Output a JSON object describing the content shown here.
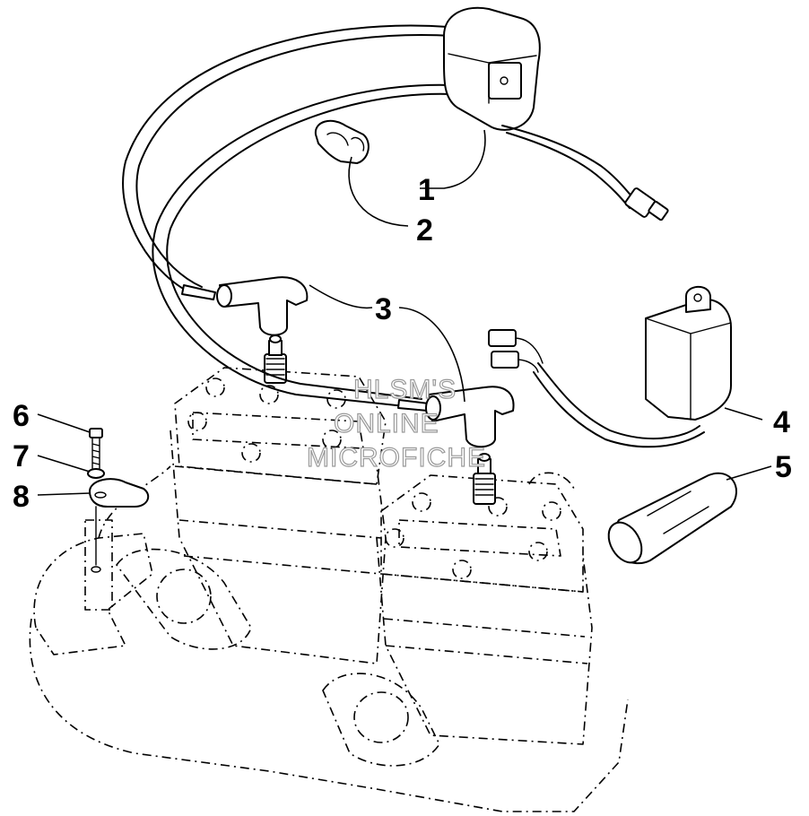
{
  "callouts": [
    {
      "id": "1",
      "text": "1"
    },
    {
      "id": "2",
      "text": "2"
    },
    {
      "id": "3",
      "text": "3"
    },
    {
      "id": "4",
      "text": "4"
    },
    {
      "id": "5",
      "text": "5"
    },
    {
      "id": "6",
      "text": "6"
    },
    {
      "id": "7",
      "text": "7"
    },
    {
      "id": "8",
      "text": "8"
    }
  ],
  "watermark": {
    "line1": "HLSM'S",
    "line2": "ONLINE",
    "line3": "MICROFICHE"
  }
}
